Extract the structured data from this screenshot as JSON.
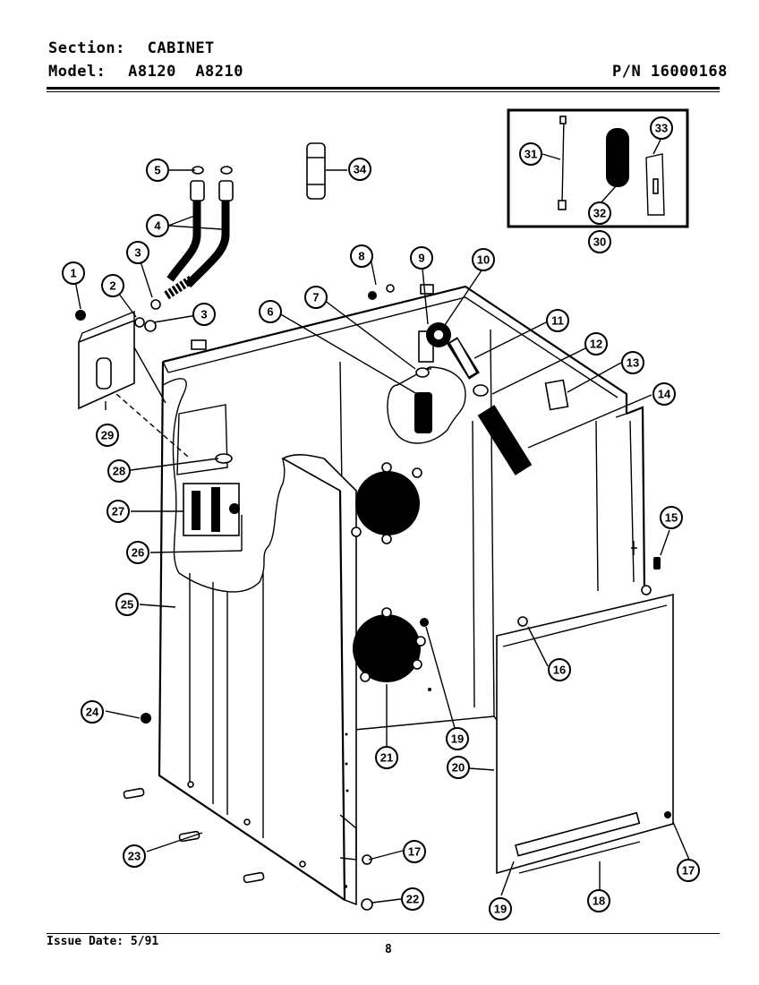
{
  "header": {
    "section_label": "Section:",
    "section_value": "CABINET",
    "model_label": "Model:",
    "model_value": "A8120  A8210",
    "part_number": "P/N 16000168"
  },
  "footer": {
    "issue_date": "Issue Date: 5/91",
    "page_number": "8"
  },
  "callouts": [
    "1",
    "2",
    "3",
    "3",
    "4",
    "5",
    "6",
    "7",
    "8",
    "9",
    "10",
    "11",
    "12",
    "13",
    "14",
    "15",
    "16",
    "17",
    "17",
    "18",
    "19",
    "19",
    "20",
    "21",
    "22",
    "23",
    "24",
    "25",
    "26",
    "27",
    "28",
    "29",
    "30",
    "31",
    "32",
    "33",
    "34"
  ]
}
